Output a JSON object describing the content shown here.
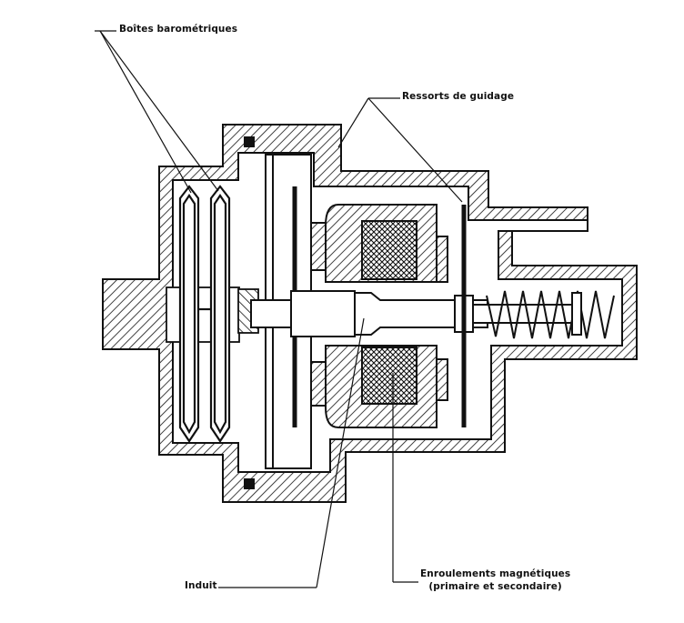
{
  "labels": {
    "boites": "Boîtes barométriques",
    "ressorts": "Ressorts de guidage",
    "induit": "Induit",
    "enroulements_line1": "Enroulements magnétiques",
    "enroulements_line2": "(primaire et secondaire)"
  },
  "colors": {
    "ink": "#111111",
    "paper": "#ffffff"
  }
}
